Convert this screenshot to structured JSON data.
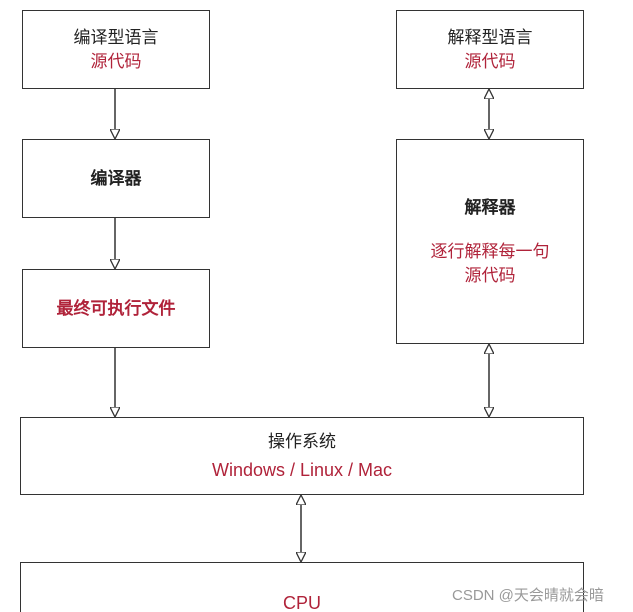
{
  "compiled": {
    "title": "编译型语言",
    "subtitle": "源代码",
    "compiler": "编译器",
    "output": "最终可执行文件"
  },
  "interpreted": {
    "title": "解释型语言",
    "subtitle": "源代码",
    "interpreter": "解释器",
    "desc_line1": "逐行解释每一句",
    "desc_line2": "源代码"
  },
  "os": {
    "title": "操作系统",
    "subtitle": "Windows / Linux / Mac"
  },
  "cpu": {
    "title": "CPU"
  },
  "watermark": "CSDN @天会晴就会暗",
  "colors": {
    "accent": "#b0233a",
    "border": "#333333"
  }
}
